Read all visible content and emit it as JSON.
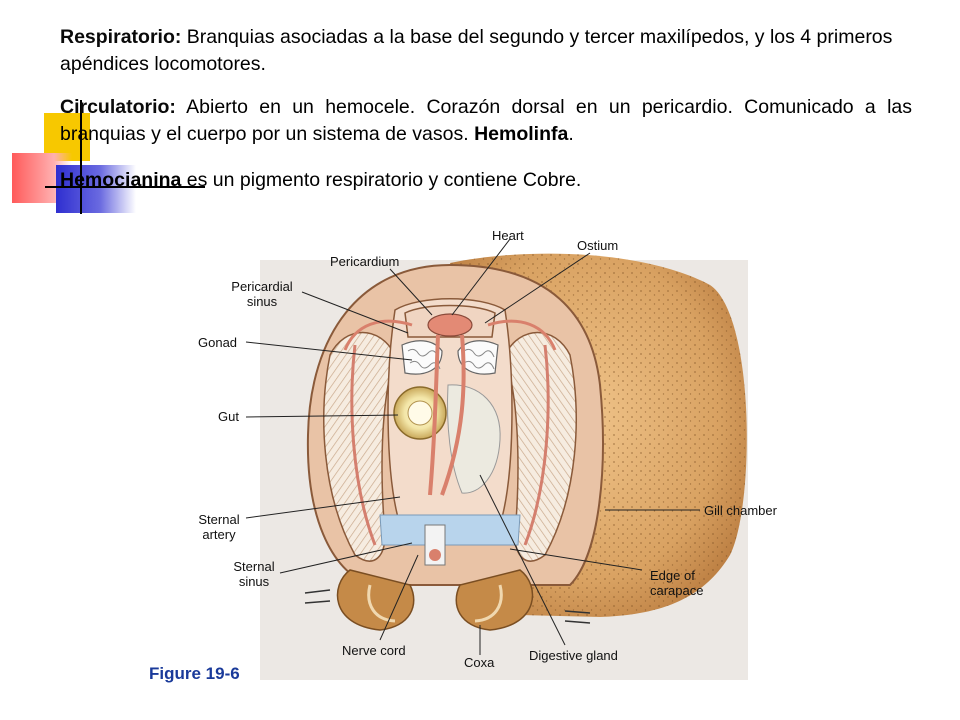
{
  "text": {
    "respiratorio_label": "Respiratorio:",
    "respiratorio_body": " Branquias asociadas a la base del segundo y tercer maxilípedos, y los 4 primeros apéndices locomotores.",
    "circulatorio_label": "Circulatorio:",
    "circulatorio_body": " Abierto en un hemocele. Corazón dorsal en un pericardio. Comunicado a las branquias y el cuerpo por un sistema de vasos. ",
    "hemolinfa": "Hemolinfa",
    "period": ".",
    "hemocianina": "Hemocianina",
    "hemocianina_body": " es un pigmento respiratorio y contiene Cobre."
  },
  "figure": {
    "labels": {
      "heart": "Heart",
      "ostium": "Ostium",
      "pericardium": "Pericardium",
      "pericardial_sinus_1": "Pericardial",
      "pericardial_sinus_2": "sinus",
      "gonad": "Gonad",
      "gut": "Gut",
      "sternal_artery_1": "Sternal",
      "sternal_artery_2": "artery",
      "sternal_sinus_1": "Sternal",
      "sternal_sinus_2": "sinus",
      "gill_chamber": "Gill chamber",
      "edge_carapace_1": "Edge of",
      "edge_carapace_2": "carapace",
      "nerve_cord": "Nerve cord",
      "coxa": "Coxa",
      "digestive_gland": "Digestive gland"
    },
    "caption": "Figure 19-6"
  },
  "colors": {
    "caption": "#1a3a9a",
    "carapace": "#d9a262",
    "vessels": "#e8a090",
    "gills": "#f4e8d8",
    "sinus_blue": "#b8d4ec"
  }
}
